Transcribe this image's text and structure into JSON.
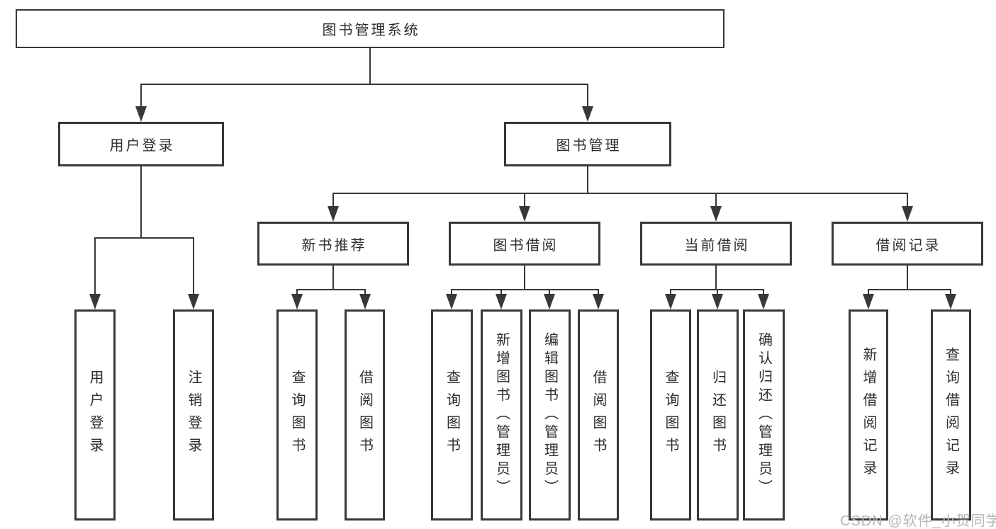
{
  "diagram": {
    "title": "图书管理系统",
    "root": {
      "label": "图书管理系统"
    },
    "level2": [
      {
        "label": "用户登录"
      },
      {
        "label": "图书管理"
      }
    ],
    "level3": [
      {
        "label": "新书推荐"
      },
      {
        "label": "图书借阅"
      },
      {
        "label": "当前借阅"
      },
      {
        "label": "借阅记录"
      }
    ],
    "leaves": [
      {
        "label": "用户登录"
      },
      {
        "label": "注销登录"
      },
      {
        "label": "查询图书"
      },
      {
        "label": "借阅图书"
      },
      {
        "label": "查询图书"
      },
      {
        "label": "新增图书（管理员）"
      },
      {
        "label": "编辑图书（管理员）"
      },
      {
        "label": "借阅图书"
      },
      {
        "label": "查询图书"
      },
      {
        "label": "归还图书"
      },
      {
        "label": "确认归还（管理员）"
      },
      {
        "label": "新增借阅记录"
      },
      {
        "label": "查询借阅记录"
      }
    ],
    "watermark": "CSDN @软件_小贺同学",
    "colors": {
      "line": "#383838",
      "box_background": "#ffffff",
      "text": "#2d2d2d",
      "watermark": "#b5b5b5"
    }
  }
}
